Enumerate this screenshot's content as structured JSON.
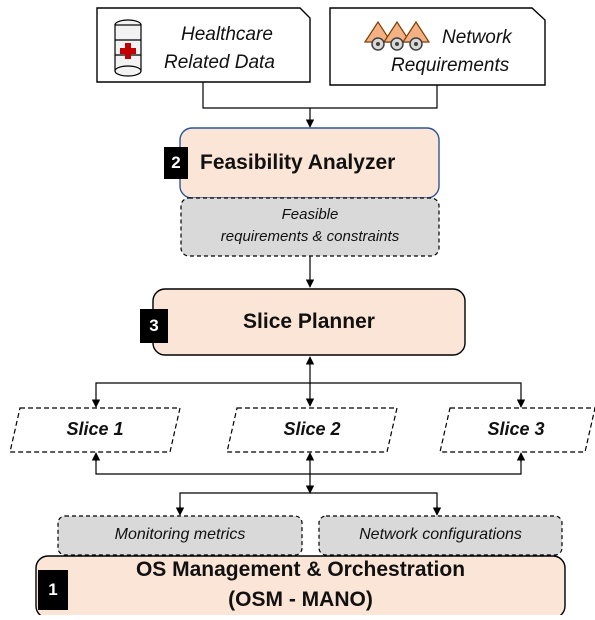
{
  "inputs": {
    "healthcare_line1": "Healthcare",
    "healthcare_line2": "Related Data",
    "network_line1": "Network",
    "network_line2": "Requirements"
  },
  "feasibility": {
    "badge": "2",
    "title": "Feasibility Analyzer"
  },
  "constraints": {
    "line1": "Feasible",
    "line2": "requirements & constraints"
  },
  "planner": {
    "badge": "3",
    "title": "Slice Planner"
  },
  "slices": [
    "Slice 1",
    "Slice 2",
    "Slice 3"
  ],
  "outputs": {
    "monitoring": "Monitoring metrics",
    "network_config": "Network configurations"
  },
  "orchestrator": {
    "badge": "1",
    "line1": "OS Management & Orchestration",
    "line2": "(OSM - MANO)"
  },
  "colors": {
    "peach": "#fbe5d6",
    "gray": "#d9d9d9",
    "blue_border": "#2f5597",
    "black": "#000000"
  }
}
